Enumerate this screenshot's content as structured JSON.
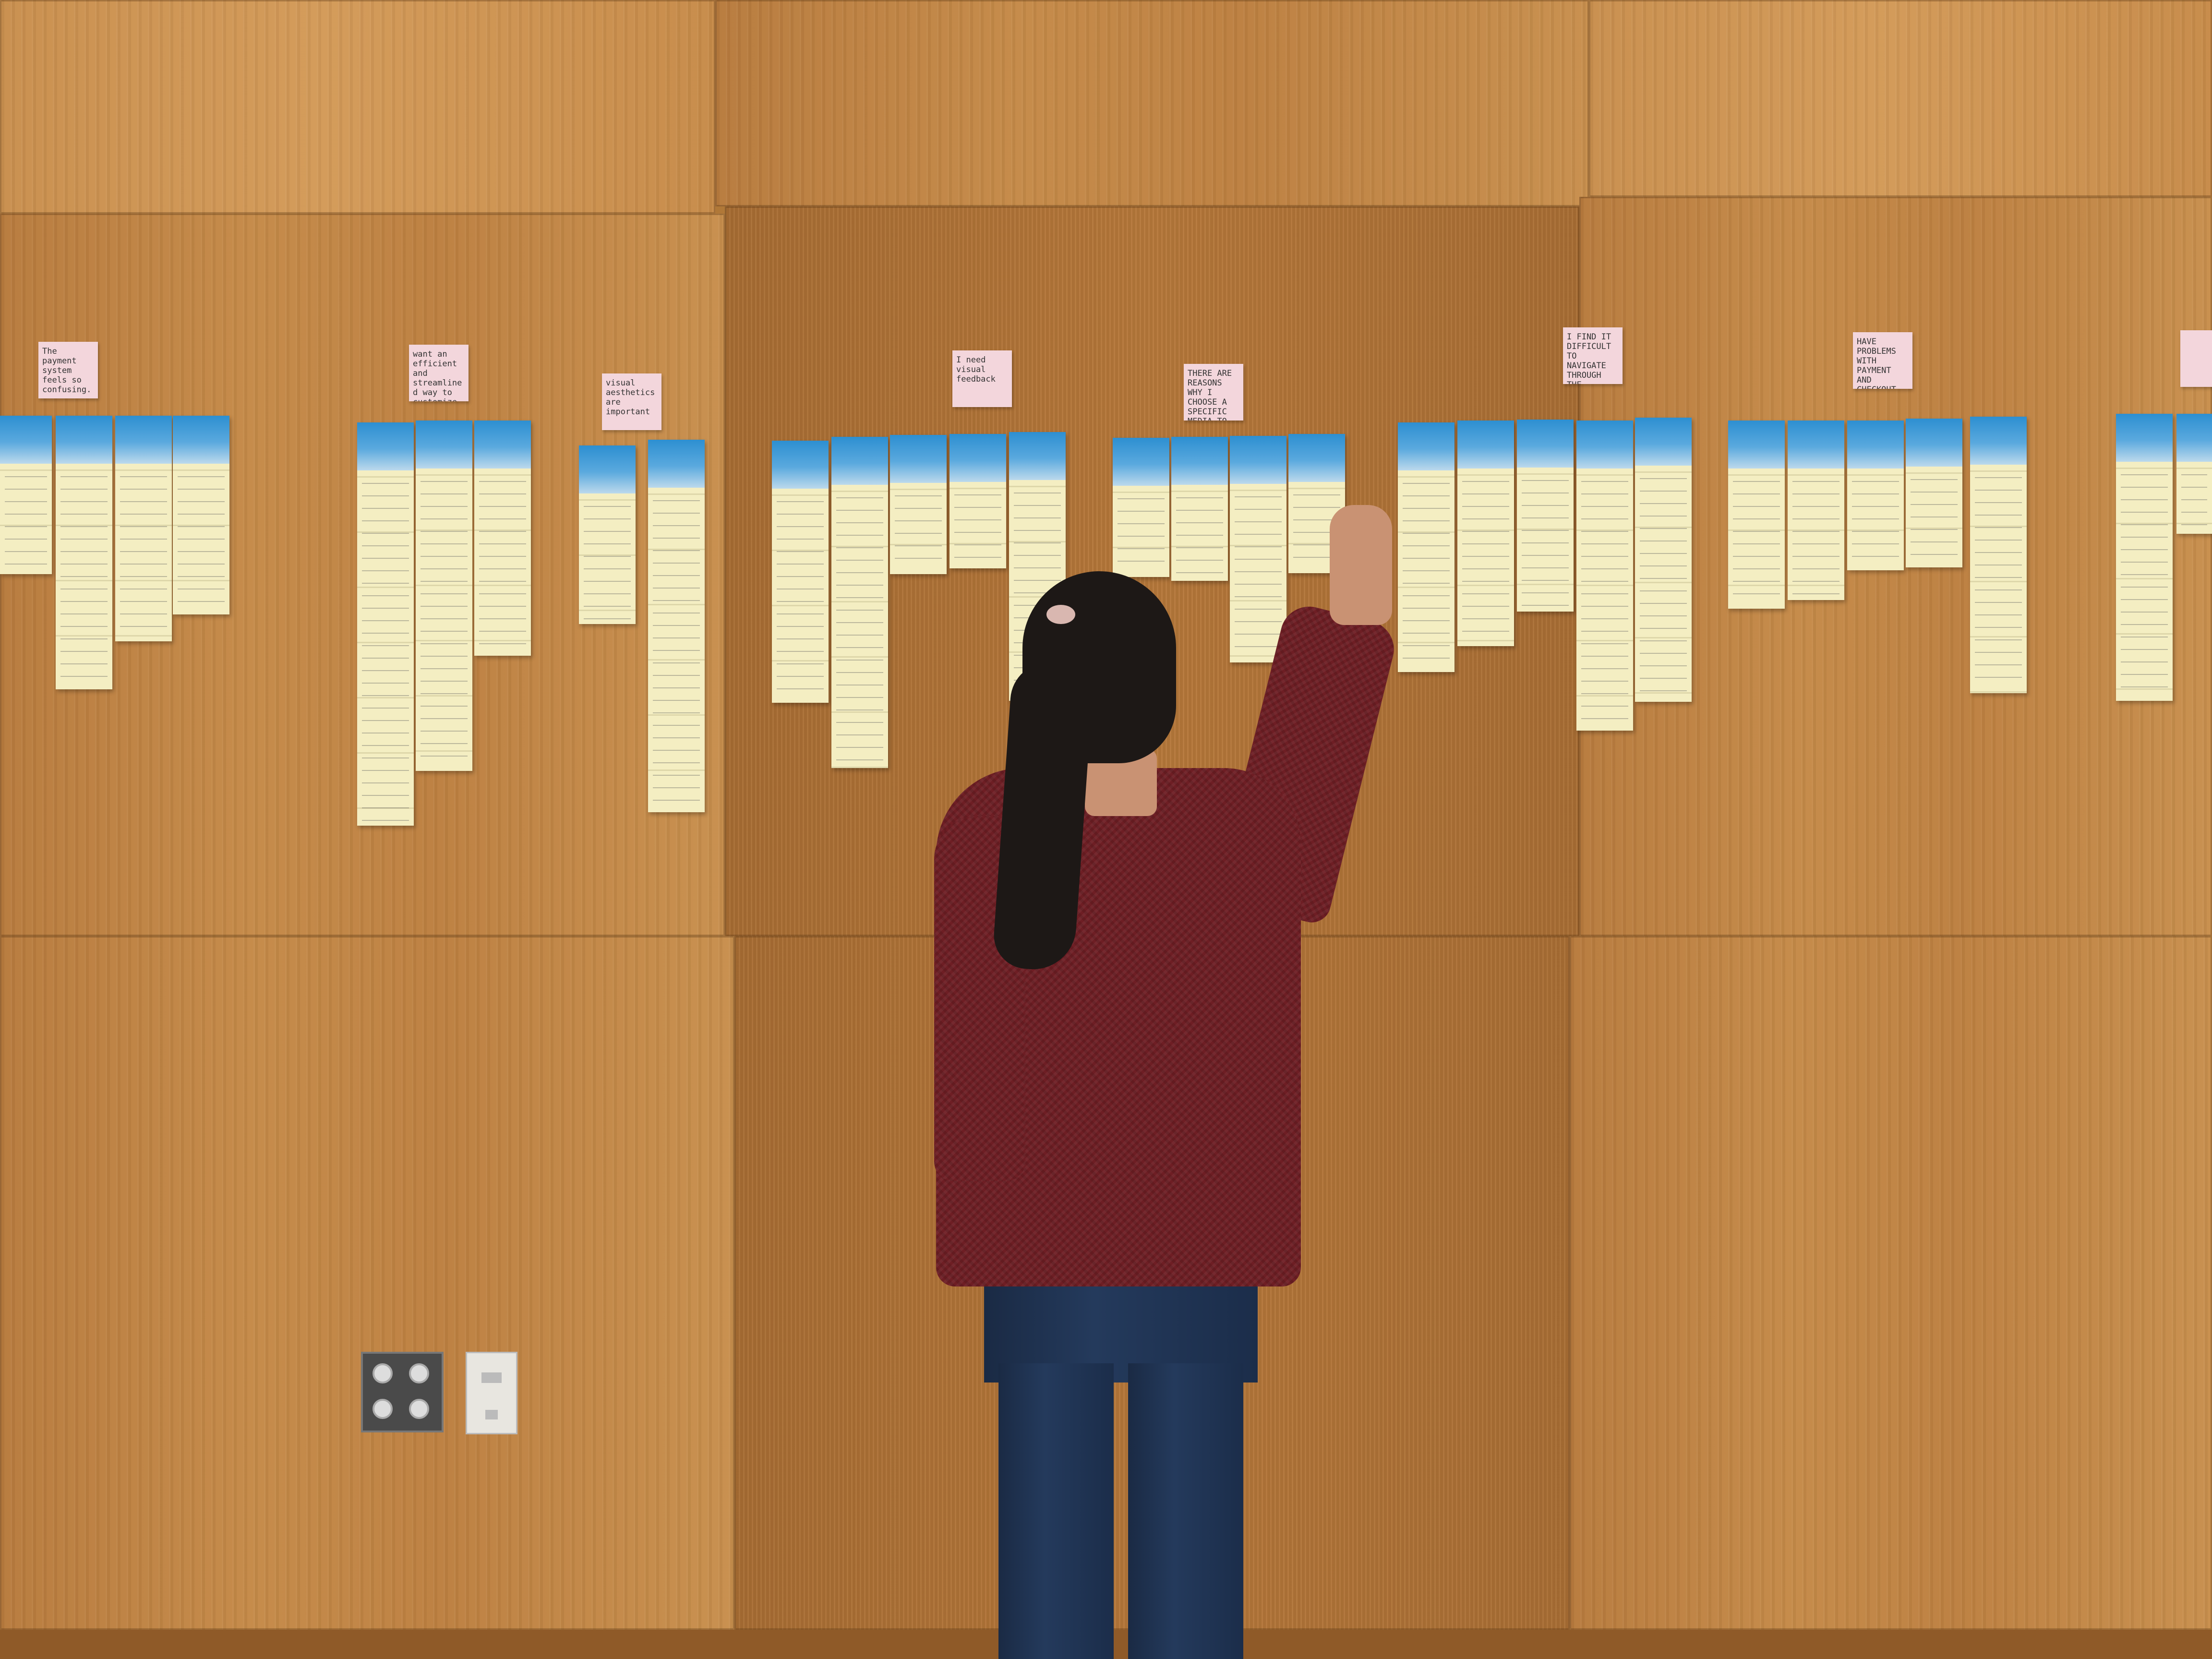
{
  "header_notes": [
    {
      "id": "n1",
      "text": "The payment system feels so confusing."
    },
    {
      "id": "n2",
      "text": "want an efficient and streamlined way to customize my order"
    },
    {
      "id": "n3",
      "text": "visual aesthetics are important"
    },
    {
      "id": "n4",
      "text": "I need visual feedback"
    },
    {
      "id": "n5",
      "text": "THERE ARE REASONS WHY I CHOOSE A SPECIFIC MEDIA TO ORDER"
    },
    {
      "id": "n6",
      "text": "I FIND IT DIFFICULT TO NAVIGATE THROUGH THE WEBSITE."
    },
    {
      "id": "n7",
      "text": "HAVE PROBLEMS WITH PAYMENT AND CHECKOUT."
    }
  ],
  "colors": {
    "wood": "#c08544",
    "sticky_yellow": "#f4eec2",
    "sticky_blue": "#2d8fd1",
    "sticky_pink": "#f3d6dc",
    "sweater": "#6e1e24",
    "jeans": "#1f3150"
  }
}
